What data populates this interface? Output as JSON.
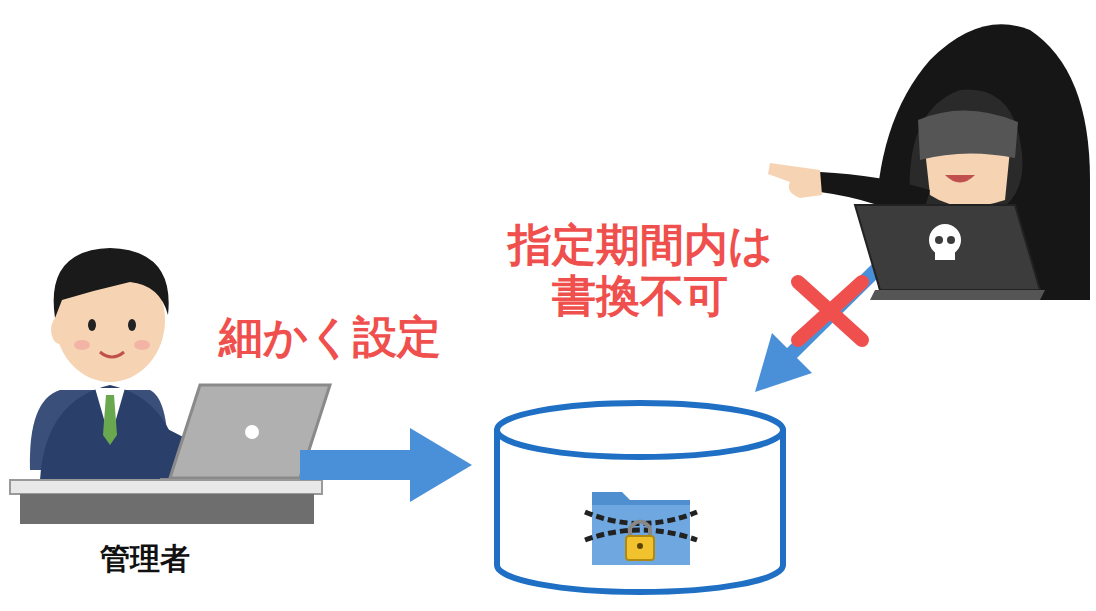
{
  "diagram": {
    "labels": [
      "細かく設定",
      "指定期間内は 書換不可",
      "管理者"
    ]
  }
}
